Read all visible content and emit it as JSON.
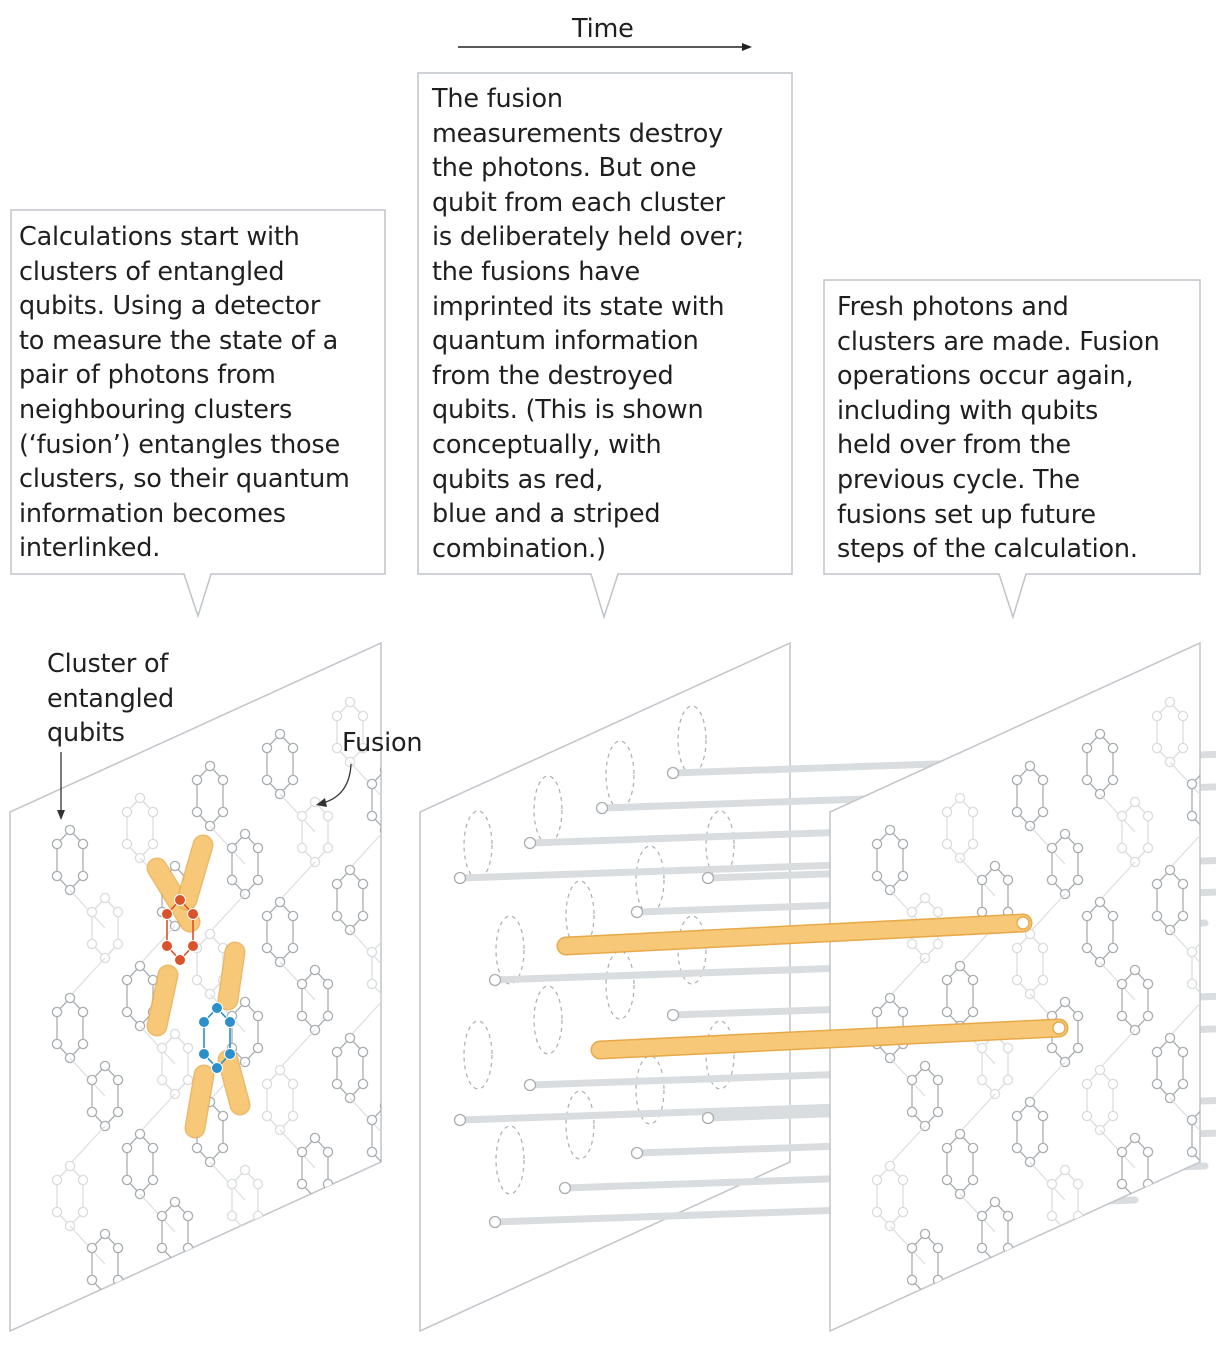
{
  "time_axis": {
    "label": "Time"
  },
  "callouts": [
    {
      "text": "Calculations start with\nclusters of entangled\nqubits. Using a detector\nto measure the state of a\npair of photons from\nneighbouring clusters\n(‘fusion’) entangles those\nclusters, so their quantum\ninformation becomes\ninterlinked."
    },
    {
      "text": "The fusion\nmeasurements destroy\nthe photons. But one\nqubit from each cluster\nis deliberately held over;\nthe fusions have\nimprinted its state with\nquantum information\nfrom the destroyed\nqubits. (This is shown\nconceptually, with\nqubits as red,\nblue and a striped\ncombination.)"
    },
    {
      "text": "Fresh photons and\nclusters are made. Fusion\noperations occur again,\nincluding with qubits\nheld over from the\nprevious cycle. The\nfusions set up future\nsteps of the calculation."
    }
  ],
  "labels": {
    "cluster": "Cluster of\nentangled\nqubits",
    "fusion": "Fusion"
  },
  "colors": {
    "text": "#1f1f1f",
    "outline": "#bfc4c8",
    "lattice": "#a9aeb2",
    "lattice_faint": "#dadddf",
    "red_qubit": "#d9532b",
    "blue_qubit": "#2b8fc9",
    "fusion_highlight": "#f6c878",
    "fusion_highlight_edge": "#e8a948"
  }
}
